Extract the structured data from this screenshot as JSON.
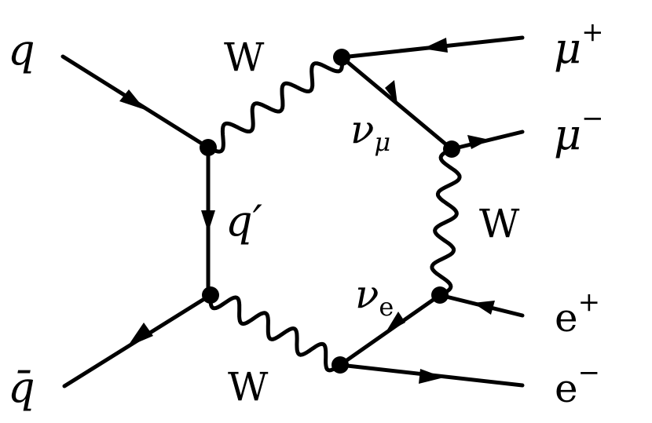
{
  "labels": {
    "q": "q",
    "qbar": "q̄",
    "qprime": "q′",
    "w_top": "W",
    "w_right": "W",
    "w_bottom": "W",
    "nu_mu": "ν",
    "nu_mu_sub": "μ",
    "nu_e": "ν",
    "nu_e_sub": "e",
    "mu_plus": "μ",
    "mu_plus_sup": "+",
    "mu_minus": "μ",
    "mu_minus_sup": "−",
    "e_plus": "e",
    "e_plus_sup": "+",
    "e_minus": "e",
    "e_minus_sup": "−"
  }
}
